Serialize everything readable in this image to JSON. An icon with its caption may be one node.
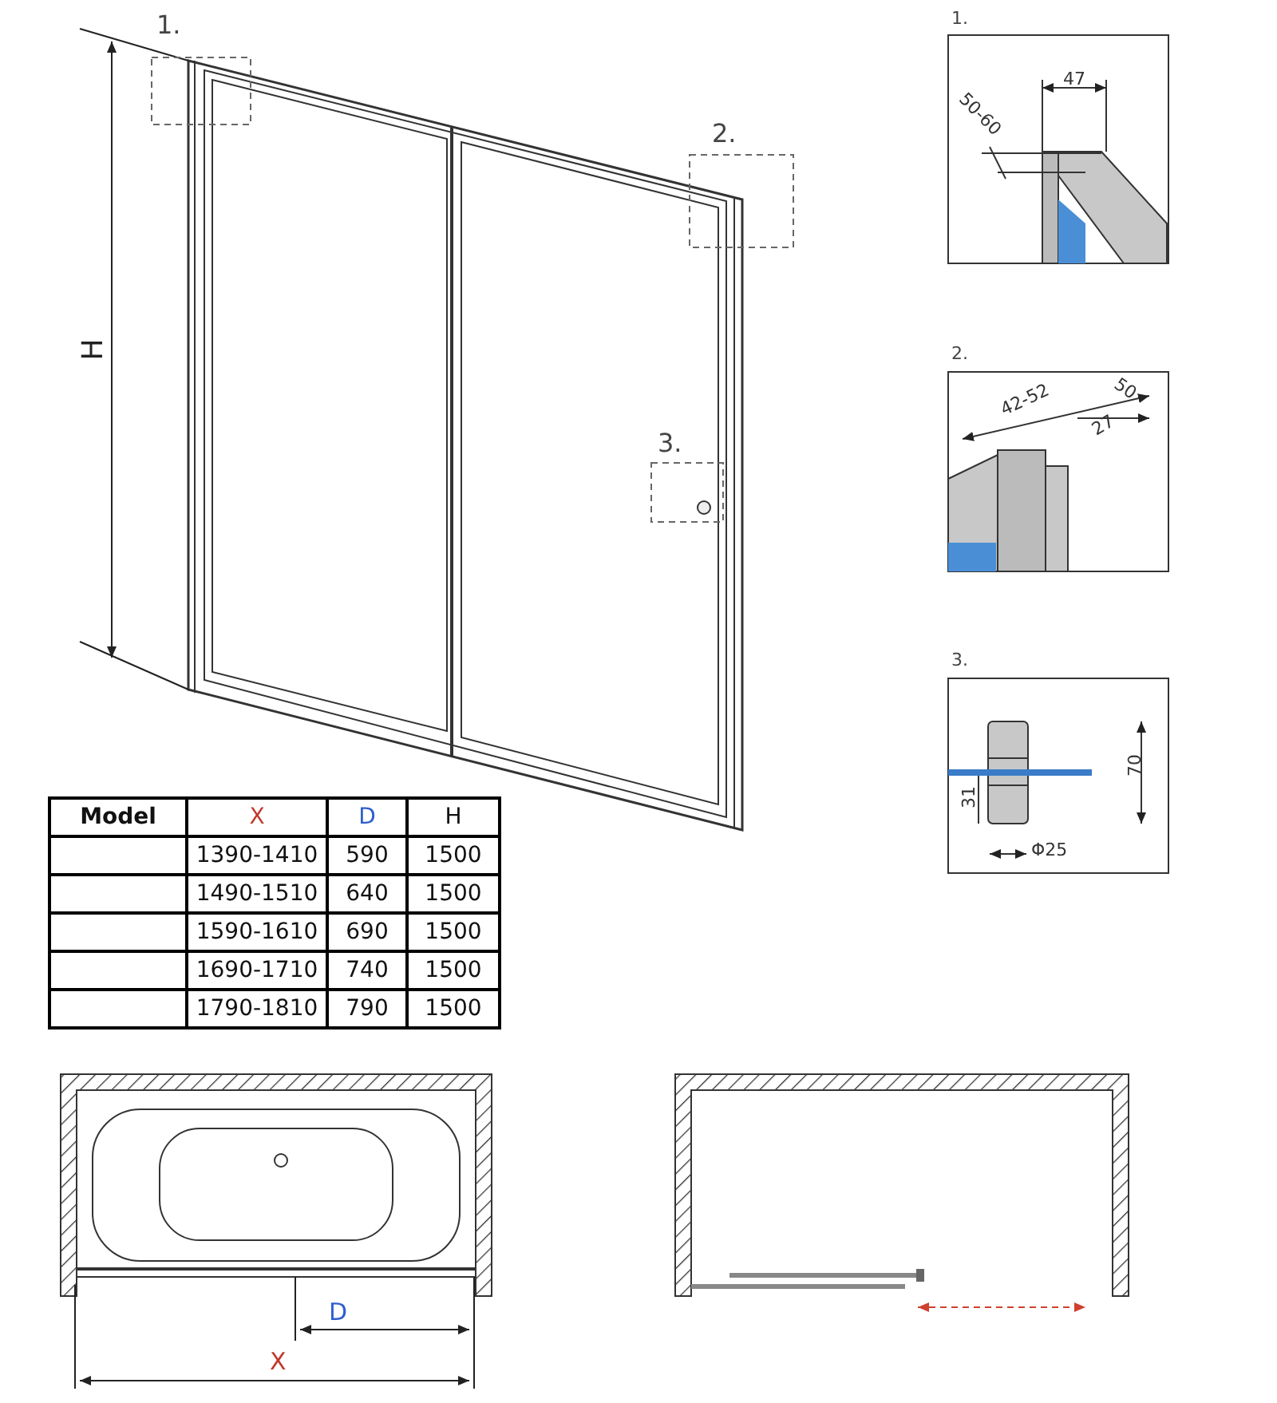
{
  "diagram": {
    "labels": [
      "1.",
      "2.",
      "3.",
      "H",
      "1.",
      "47",
      "50-60",
      "2.",
      "42-52",
      "50",
      "27",
      "3.",
      "70",
      "31",
      "Φ25",
      "Model",
      "X",
      "D",
      "H",
      "1390-1410",
      "590",
      "1500",
      "1490-1510",
      "640",
      "1500",
      "1590-1610",
      "690",
      "1500",
      "1690-1710",
      "740",
      "1500",
      "1790-1810",
      "790",
      "1500",
      "D",
      "X"
    ]
  }
}
